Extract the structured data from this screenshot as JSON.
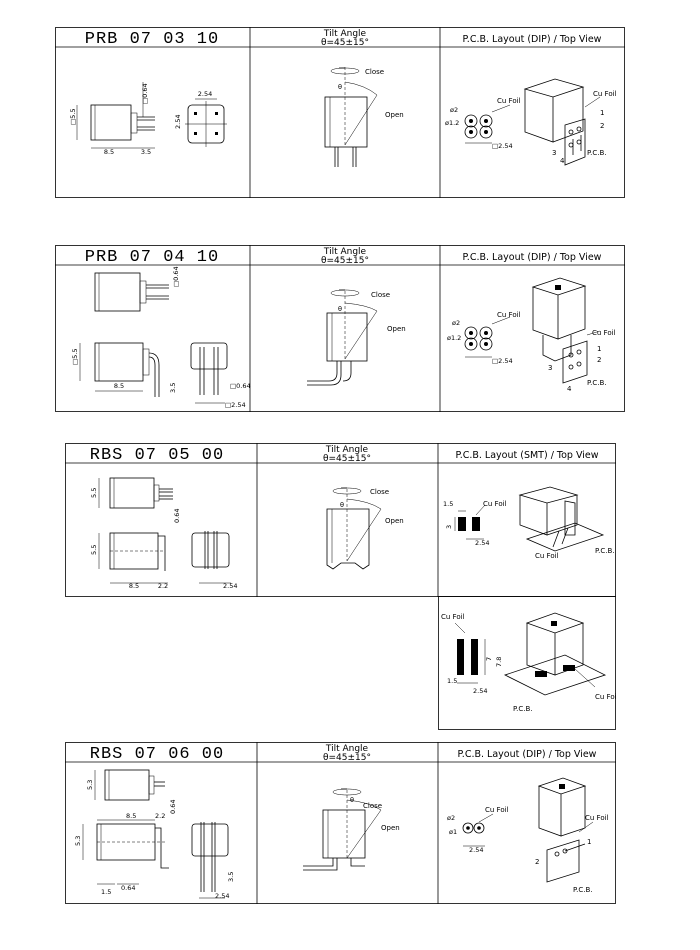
{
  "columns": {
    "tilt_angle_title": "Tilt Angle",
    "tilt_angle_value": "θ=45±15°",
    "pcb_dip": "P.C.B. Layout (DIP) / Top View",
    "pcb_smt": "P.C.B. Layout (SMT) / Top View"
  },
  "labels": {
    "close": "Close",
    "open": "Open",
    "cu_foil": "Cu Foil",
    "pcb": "P.C.B.",
    "theta": "θ",
    "pin1": "1",
    "pin2": "2",
    "pin3": "3",
    "pin4": "4"
  },
  "dims": {
    "d064": "0.64",
    "d254": "2.54",
    "d85": "8.5",
    "d55": "5.5",
    "d35": "3.5",
    "d22": "2.2",
    "d15": "1.5",
    "d12": "ø1.2",
    "d2": "ø2",
    "d1": "ø1",
    "d3": "3",
    "d7": "7",
    "d78": "7.8",
    "d53": "5.3",
    "sq064": "□0.64",
    "sq254": "□2.54",
    "sq55": "□5.5"
  },
  "sections": [
    {
      "model": "PRB 07 03 10"
    },
    {
      "model": "PRB 07 04 10"
    },
    {
      "model": "RBS 07 05 00"
    },
    {
      "model": "RBS 07 06 00"
    }
  ]
}
